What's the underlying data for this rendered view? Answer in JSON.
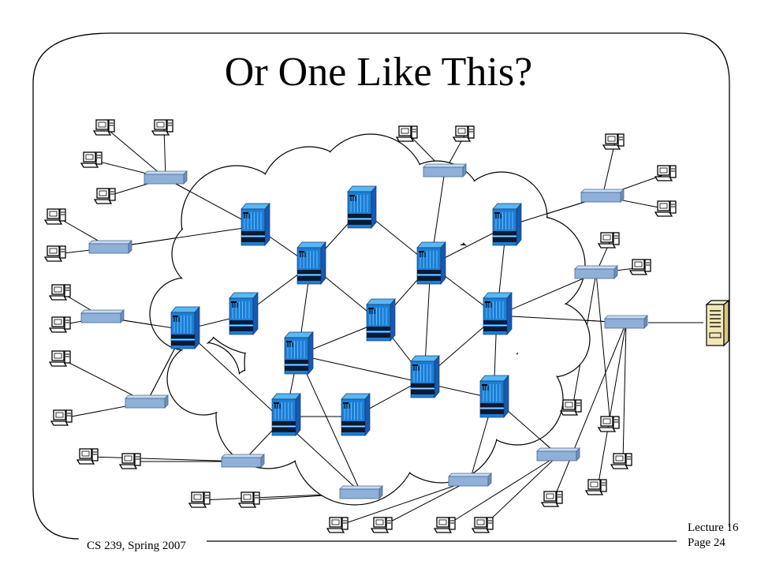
{
  "slide": {
    "title": "Or One Like This?",
    "course": "CS 239, Spring 2007",
    "lecture": "Lecture 16",
    "page": "Page 24"
  },
  "diagram": {
    "colors": {
      "router_front": "#1b7fd6",
      "router_side": "#1a58b0",
      "router_top": "#58b8f5",
      "hub": "#8fb0d8",
      "line": "#000000",
      "server": "#f3e7b8"
    },
    "cloud": {
      "label": "network-cloud"
    },
    "routers": [
      {
        "id": "r1"
      },
      {
        "id": "r2"
      },
      {
        "id": "r3"
      },
      {
        "id": "r4"
      },
      {
        "id": "r5"
      },
      {
        "id": "r6"
      },
      {
        "id": "r7"
      },
      {
        "id": "r8"
      },
      {
        "id": "r9"
      },
      {
        "id": "r10"
      },
      {
        "id": "r11"
      },
      {
        "id": "r12"
      },
      {
        "id": "r13"
      },
      {
        "id": "r14"
      }
    ],
    "hubs": [
      {
        "id": "h1"
      },
      {
        "id": "h2"
      },
      {
        "id": "h3"
      },
      {
        "id": "h4"
      },
      {
        "id": "h5"
      },
      {
        "id": "h6"
      },
      {
        "id": "h7"
      },
      {
        "id": "h8"
      },
      {
        "id": "h9"
      },
      {
        "id": "h10"
      },
      {
        "id": "h11"
      },
      {
        "id": "h12"
      }
    ],
    "server": {
      "id": "server"
    },
    "hosts_per_hub": [
      4,
      2,
      2,
      3,
      3,
      2,
      2,
      2,
      2,
      3,
      5,
      0
    ]
  }
}
